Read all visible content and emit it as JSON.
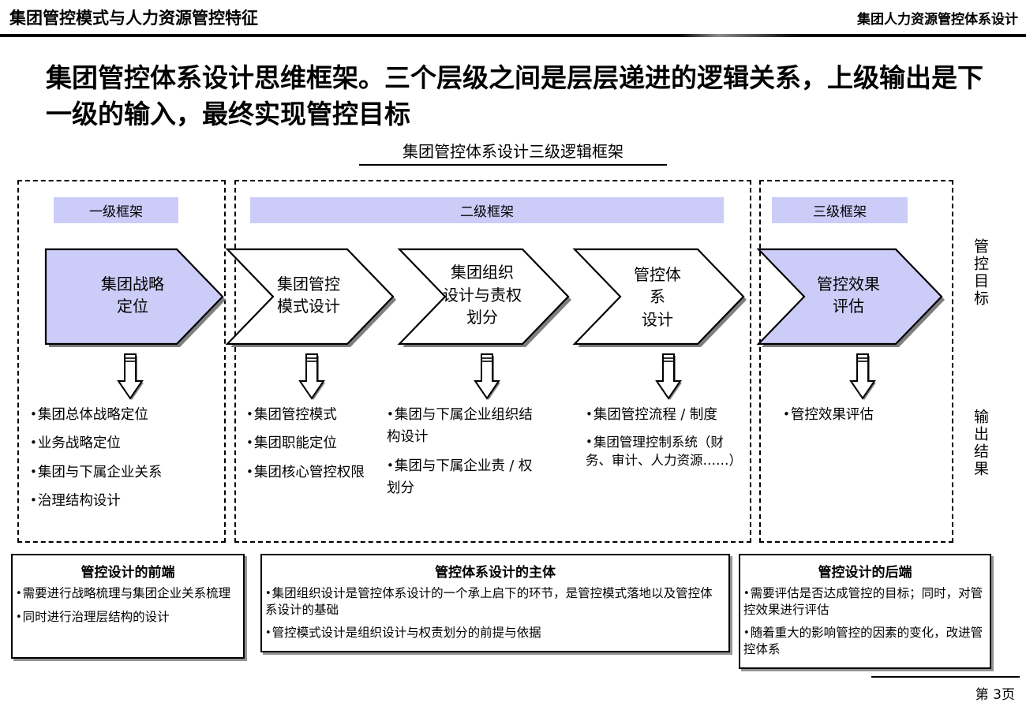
{
  "header": {
    "left_title": "集团管控模式与人力资源管控特征",
    "right_title": "集团人力资源管控体系设计"
  },
  "title": {
    "main": "集团管控体系设计思维框架。三个层级之间是层层递进的逻辑关系，上级输出是下一级的输入，最终实现管控目标",
    "subtitle": "集团管控体系设计三级逻辑框架"
  },
  "levels": [
    {
      "label": "一级框架"
    },
    {
      "label": "二级框架"
    },
    {
      "label": "三级框架"
    }
  ],
  "steps": [
    {
      "line1": "集团战略",
      "line2": "定位",
      "line3": "",
      "highlight": true
    },
    {
      "line1": "集团管控",
      "line2": "模式设计",
      "line3": "",
      "highlight": false
    },
    {
      "line1": "集团组织",
      "line2": "设计与责权",
      "line3": "划分",
      "highlight": false
    },
    {
      "line1": "管控体",
      "line2": "系",
      "line3": "设计",
      "highlight": false
    },
    {
      "line1": "管控效果",
      "line2": "评估",
      "line3": "",
      "highlight": true
    }
  ],
  "outputs": [
    {
      "bullets": [
        "集团总体战略定位",
        "业务战略定位",
        "集团与下属企业关系",
        "治理结构设计"
      ]
    },
    {
      "bullets": [
        "集团管控模式",
        "集团职能定位",
        "集团核心管控权限"
      ]
    },
    {
      "bullets": [
        "集团与下属企业组织结构设计",
        "集团与下属企业责 / 权划分"
      ]
    },
    {
      "bullets": [
        "集团管控流程 / 制度",
        "集团管理控制系统（财务、审计、人力资源……）"
      ]
    },
    {
      "bullets": [
        "管控效果评估"
      ]
    }
  ],
  "side_labels": {
    "goal": "管控目标",
    "output": "输出结果"
  },
  "notes": [
    {
      "title": "管控设计的前端",
      "bullets": [
        "需要进行战略梳理与集团企业关系梳理",
        "同时进行治理层结构的设计"
      ]
    },
    {
      "title": "管控体系设计的主体",
      "bullets": [
        "集团组织设计是管控体系设计的一个承上启下的环节，是管控模式落地以及管控体系设计的基础",
        "管控模式设计是组织设计与权责划分的前提与依据"
      ]
    },
    {
      "title": "管控设计的后端",
      "bullets": [
        "需要评估是否达成管控的目标；同时，对管控效果进行评估",
        "随着重大的影响管控的因素的变化，改进管控体系"
      ]
    }
  ],
  "footer": {
    "page": "第 3页"
  },
  "colors": {
    "lavender": "#ccccf9",
    "outline": "#000000",
    "shadow": "#7f7f7f"
  }
}
